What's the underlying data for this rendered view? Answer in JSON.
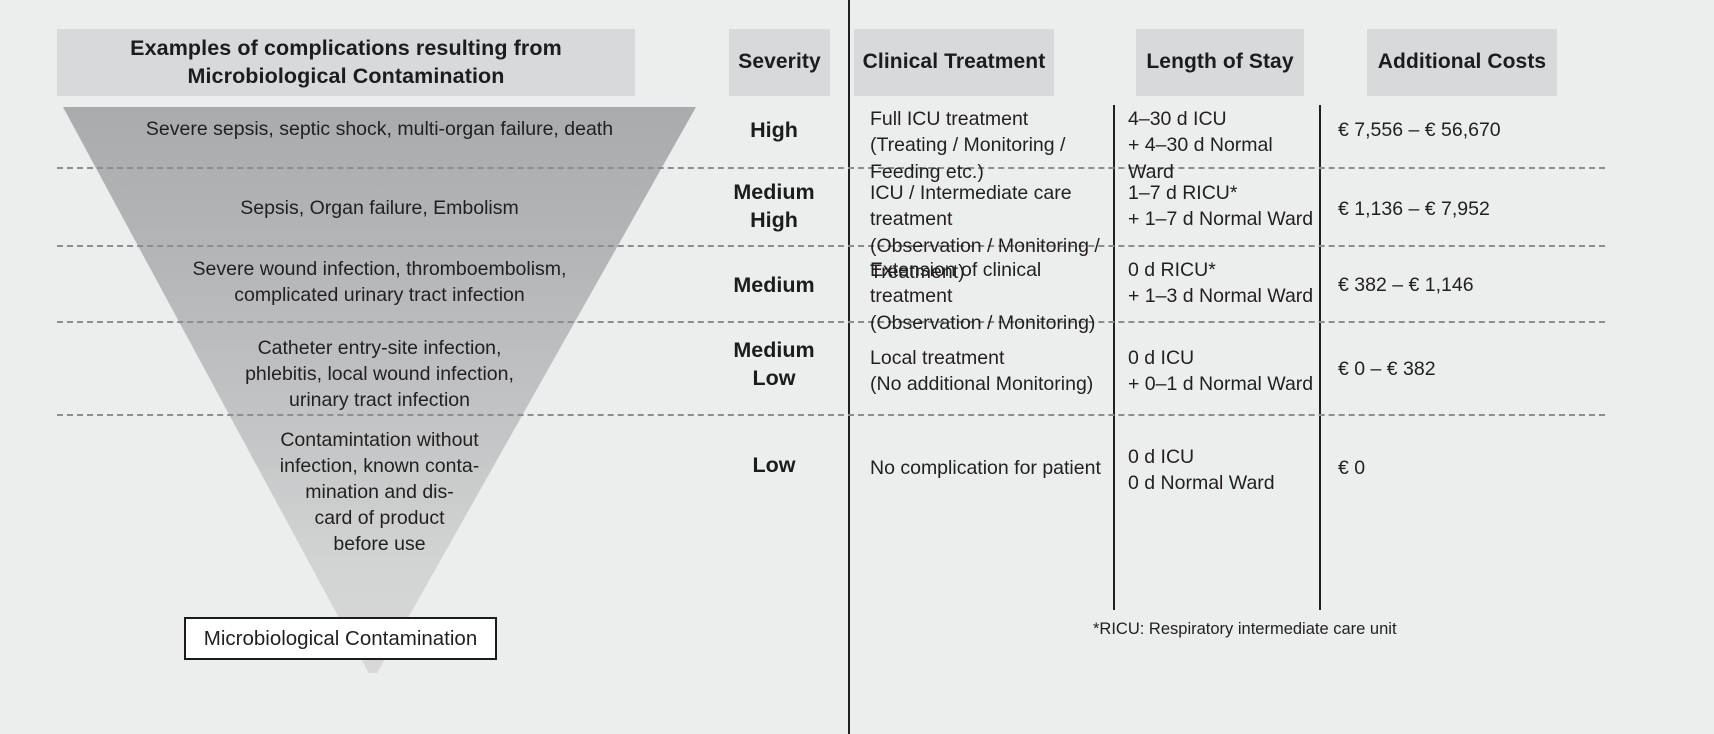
{
  "headers": {
    "complications": "Examples of complications resulting from\nMicrobiological Contamination",
    "severity": "Severity",
    "treatment": "Clinical Treatment",
    "length_of_stay": "Length of Stay",
    "additional_costs": "Additional Costs"
  },
  "rows": [
    {
      "complication": "Severe sepsis, septic shock, multi-organ failure, death",
      "severity": "High",
      "treatment": "Full ICU treatment\n(Treating / Monitoring / Feeding etc.)",
      "length_of_stay": "4–30 d ICU\n+ 4–30 d Normal Ward",
      "additional_costs": "€ 7,556 – € 56,670"
    },
    {
      "complication": "Sepsis, Organ failure, Embolism",
      "severity": "Medium\nHigh",
      "treatment": "ICU / Intermediate care treatment\n(Observation / Monitoring / Treatment)",
      "length_of_stay": "1–7 d RICU*\n+ 1–7 d Normal Ward",
      "additional_costs": "€ 1,136 – € 7,952"
    },
    {
      "complication": "Severe wound infection, thromboembolism,\ncomplicated urinary tract infection",
      "severity": "Medium",
      "treatment": "Extension of clinical treatment\n(Observation / Monitoring)",
      "length_of_stay": "0 d RICU*\n+ 1–3 d Normal Ward",
      "additional_costs": "€ 382 – € 1,146"
    },
    {
      "complication": "Catheter entry-site infection,\nphlebitis, local wound infection,\nurinary tract infection",
      "severity": "Medium\nLow",
      "treatment": "Local treatment\n(No additional Monitoring)",
      "length_of_stay": "0 d ICU\n+ 0–1 d Normal Ward",
      "additional_costs": "€ 0 – € 382"
    },
    {
      "complication": "Contamintation without\ninfection, known conta-\nmination and dis-\ncard of product\nbefore use",
      "severity": "Low",
      "treatment": "No complication for patient",
      "length_of_stay": "0 d ICU\n0 d Normal Ward",
      "additional_costs": "€ 0"
    }
  ],
  "bottom_box": {
    "label": "Microbiological Contamination"
  },
  "footnote": {
    "text": "*RICU: Respiratory intermediate care unit"
  },
  "colors": {
    "background": "#eceded",
    "header_box": "#d7d9da",
    "funnel_top": "#a9abad",
    "funnel_bottom": "#d8d8d8",
    "rule": "#231f20",
    "dash": "#8c8f91",
    "text": "#231f20"
  }
}
